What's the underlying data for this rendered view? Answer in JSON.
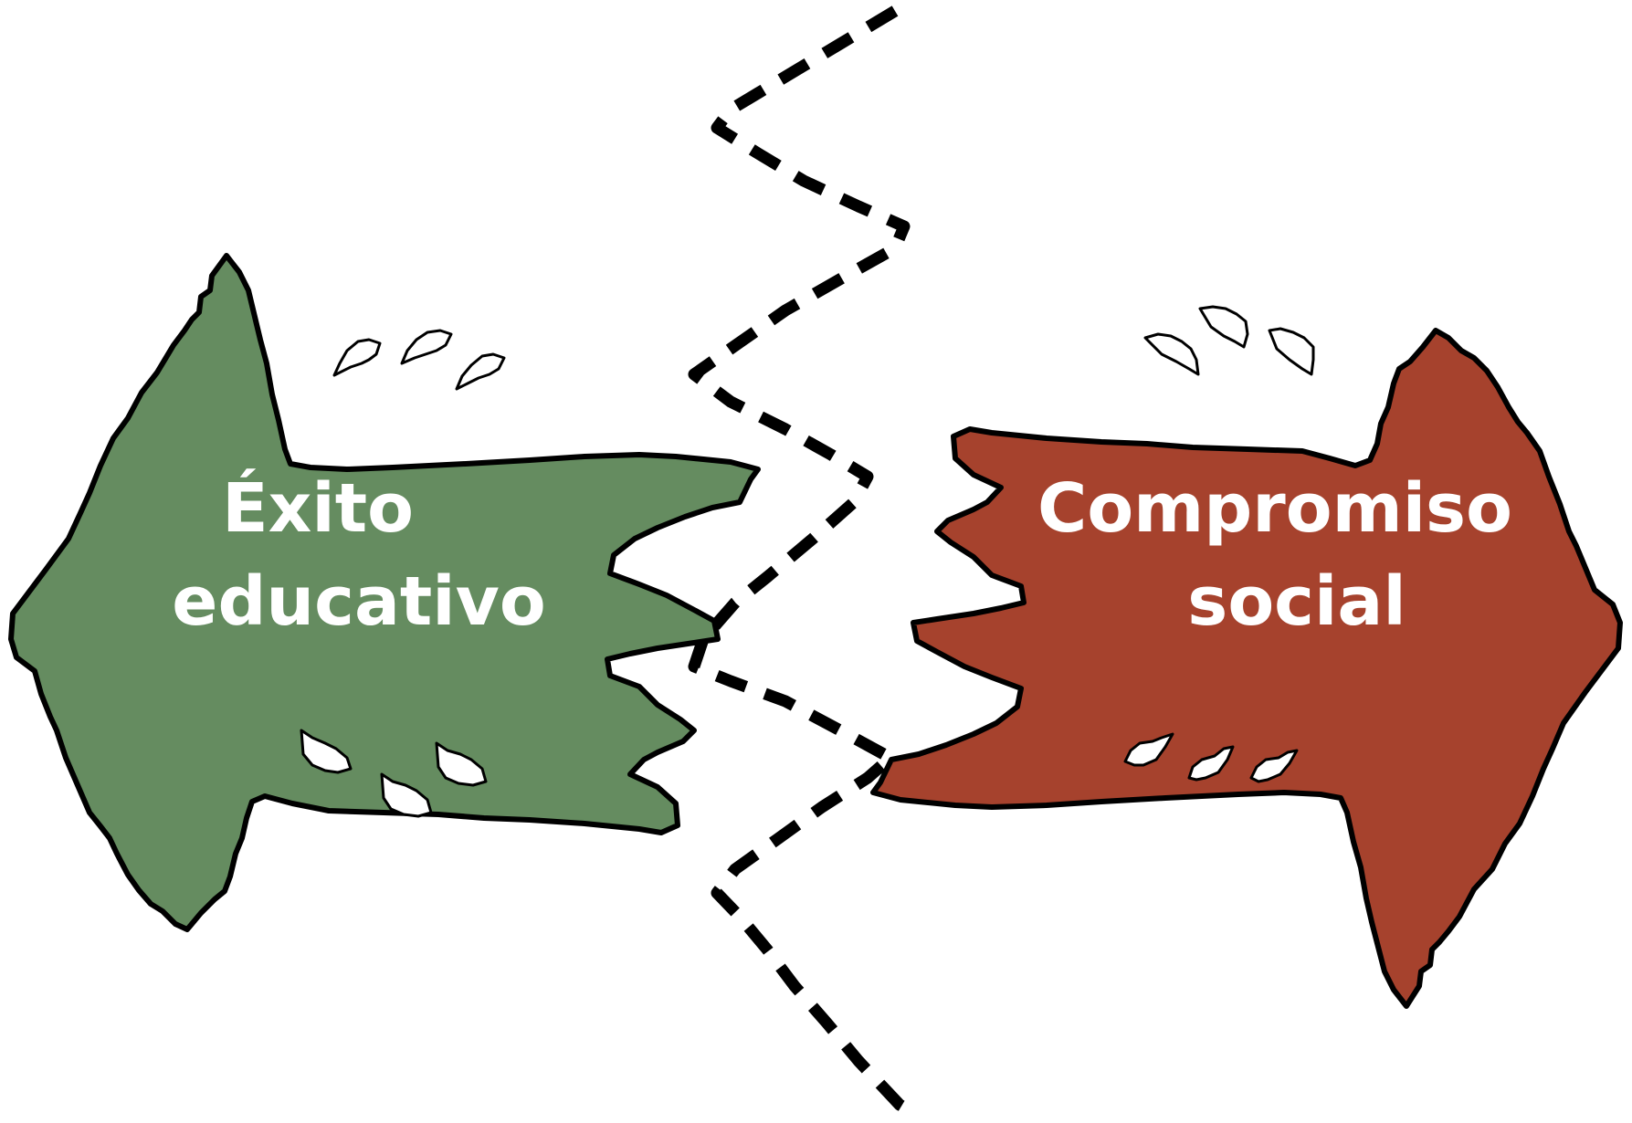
{
  "diagram": {
    "left_arrow": {
      "line1": "Éxito",
      "line2": "educativo",
      "color": "#658c60"
    },
    "right_arrow": {
      "line1": "Compromiso",
      "line2": "social",
      "color": "#a6422d"
    },
    "outline_color": "#000000",
    "text_color": "#ffffff"
  }
}
